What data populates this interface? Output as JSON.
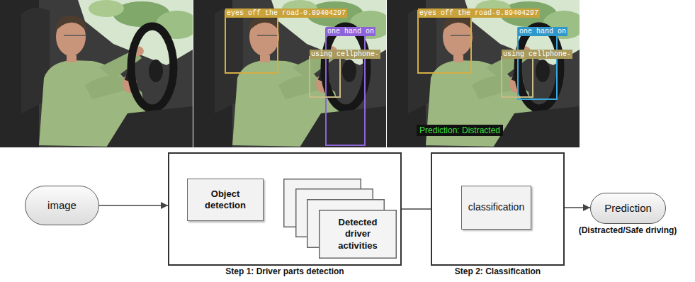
{
  "diagram": {
    "nodes": [
      {
        "text": [
          "image"
        ]
      },
      {
        "text": [
          "Step 1: Driver parts detection"
        ]
      },
      {
        "text": [
          "Object detection"
        ],
        "in": 1
      },
      {
        "text": [
          "Detected driver activities"
        ],
        "in": 1
      },
      {
        "text": [
          "Step 2: Classification"
        ]
      },
      {
        "text": [
          "classification"
        ],
        "in": 4
      },
      {
        "text": [
          "Prediction",
          "(Distracted/Safe driving)"
        ]
      }
    ],
    "edges": [
      {
        "from": 0,
        "to": 1,
        "arrow": "to"
      },
      {
        "from": 2,
        "to": 3,
        "arrow": "to"
      },
      {
        "from": 1,
        "to": 5,
        "arrow": "to"
      },
      {
        "from": 5,
        "to": 6,
        "arrow": "to"
      }
    ],
    "labels": [
      "eyes off the road-0.89404297",
      "one hand on",
      "using cellphone-",
      "eyes off the road-0.89404297",
      "one hand on",
      "using cellphone-",
      "Prediction: Distracted"
    ]
  }
}
